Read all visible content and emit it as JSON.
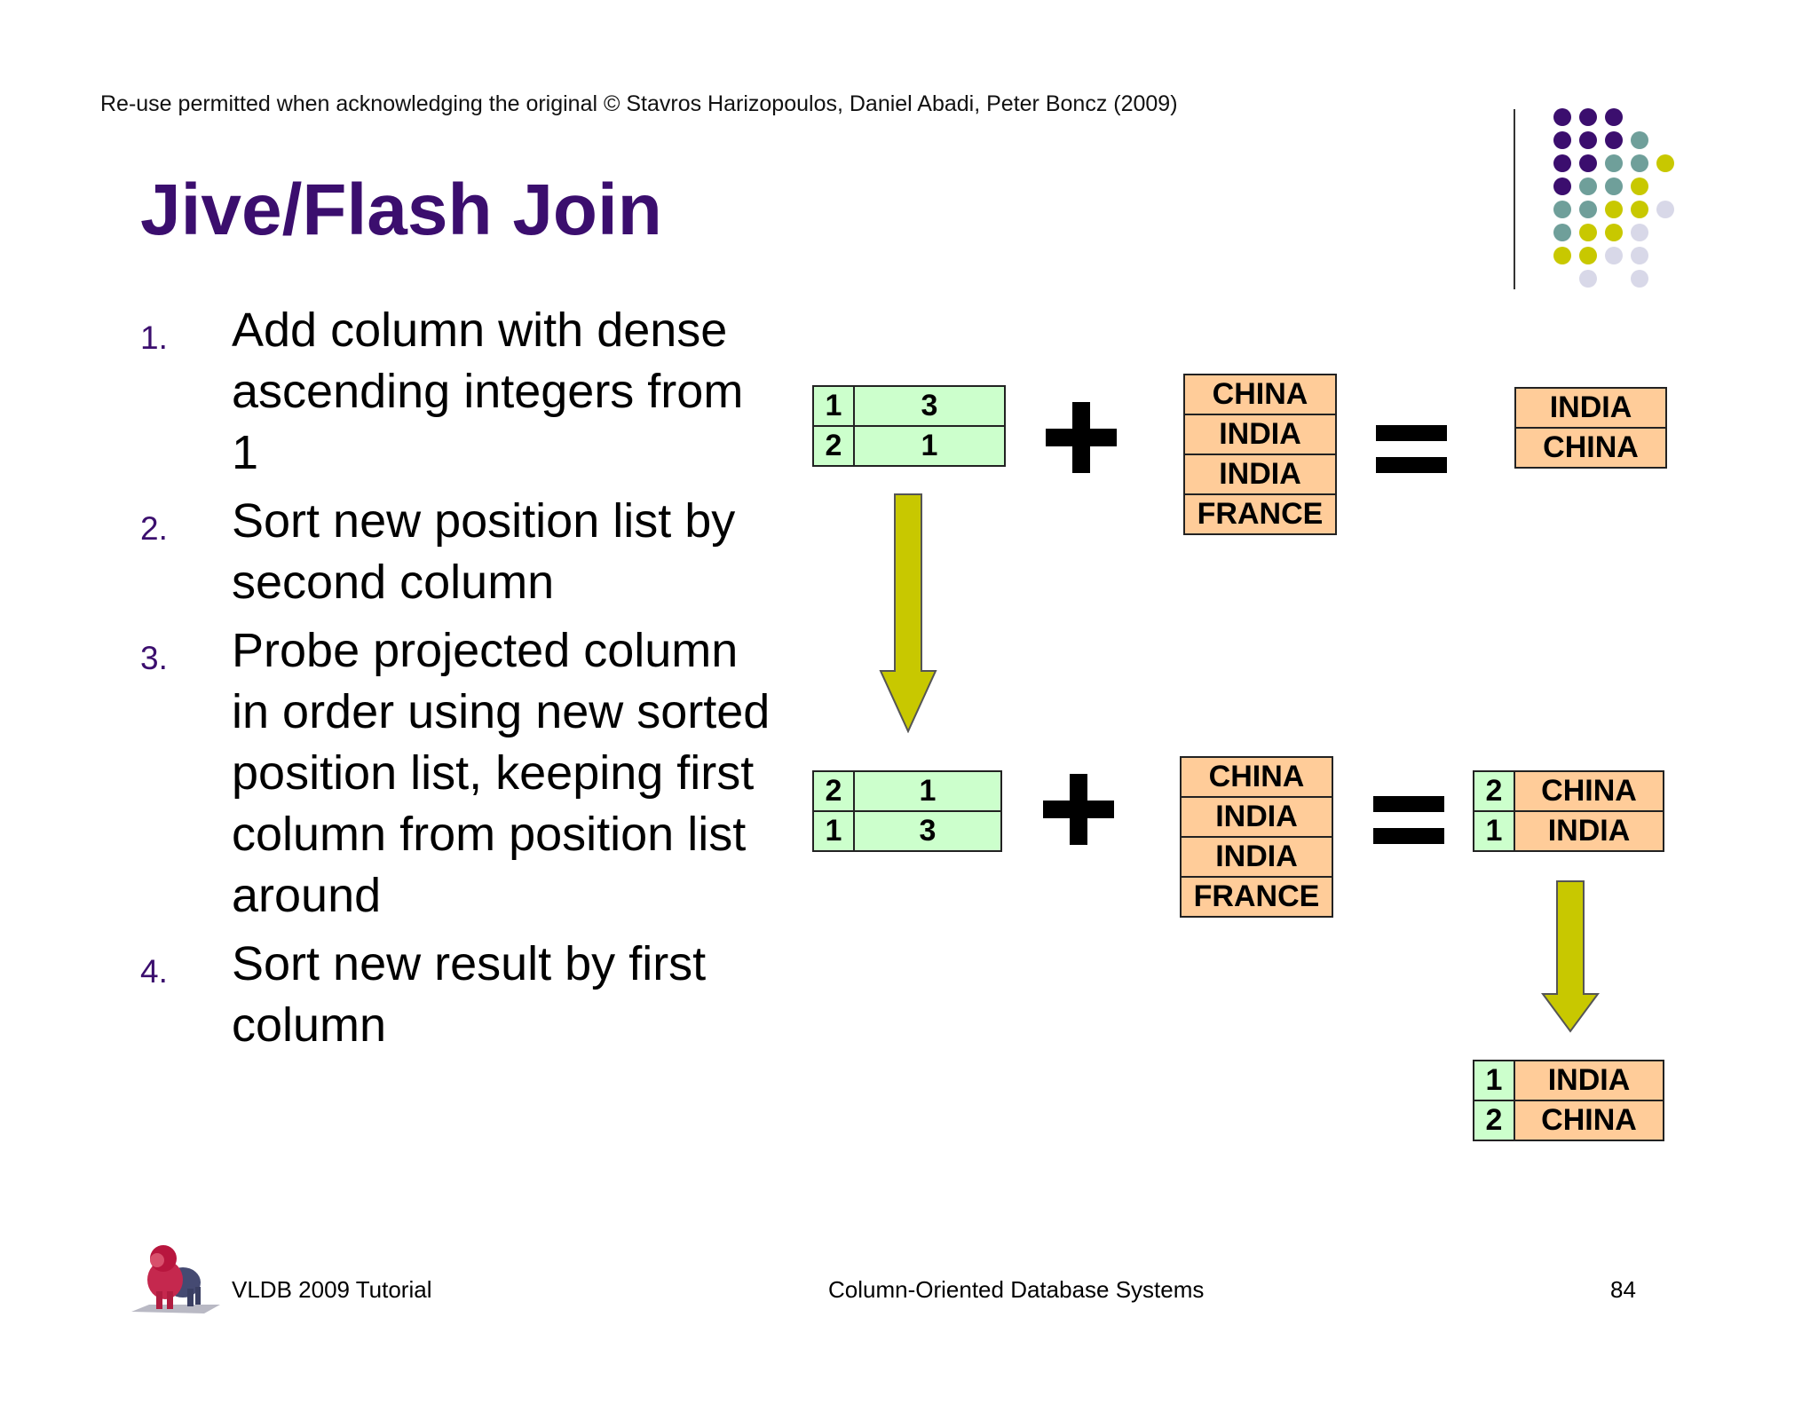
{
  "copyright": "Re-use permitted when acknowledging the original © Stavros Harizopoulos, Daniel Abadi, Peter Boncz (2009)",
  "title": "Jive/Flash Join",
  "steps": [
    {
      "num": "1.",
      "text": "Add column with dense ascending integers from 1"
    },
    {
      "num": "2.",
      "text": "Sort new position list by second column"
    },
    {
      "num": "3.",
      "text": "Probe projected column in order using new sorted position list, keeping first column from position list around"
    },
    {
      "num": "4.",
      "text": "Sort new result by first column"
    }
  ],
  "diagram": {
    "top_position_list": [
      [
        "1",
        "3"
      ],
      [
        "2",
        "1"
      ]
    ],
    "top_column": [
      "CHINA",
      "INDIA",
      "INDIA",
      "FRANCE"
    ],
    "top_result": [
      "INDIA",
      "CHINA"
    ],
    "bottom_position_list": [
      [
        "2",
        "1"
      ],
      [
        "1",
        "3"
      ]
    ],
    "bottom_column": [
      "CHINA",
      "INDIA",
      "INDIA",
      "FRANCE"
    ],
    "bottom_result": [
      [
        "2",
        "CHINA"
      ],
      [
        "1",
        "INDIA"
      ]
    ],
    "final_result": [
      [
        "1",
        "INDIA"
      ],
      [
        "2",
        "CHINA"
      ]
    ]
  },
  "colors": {
    "title": "#3b0e6e",
    "green_cell": "#ccffcc",
    "orange_cell": "#ffcc99",
    "arrow": "#c8c800"
  },
  "footer": {
    "left": "VLDB 2009 Tutorial",
    "center": "Column-Oriented Database Systems",
    "page": "84"
  }
}
